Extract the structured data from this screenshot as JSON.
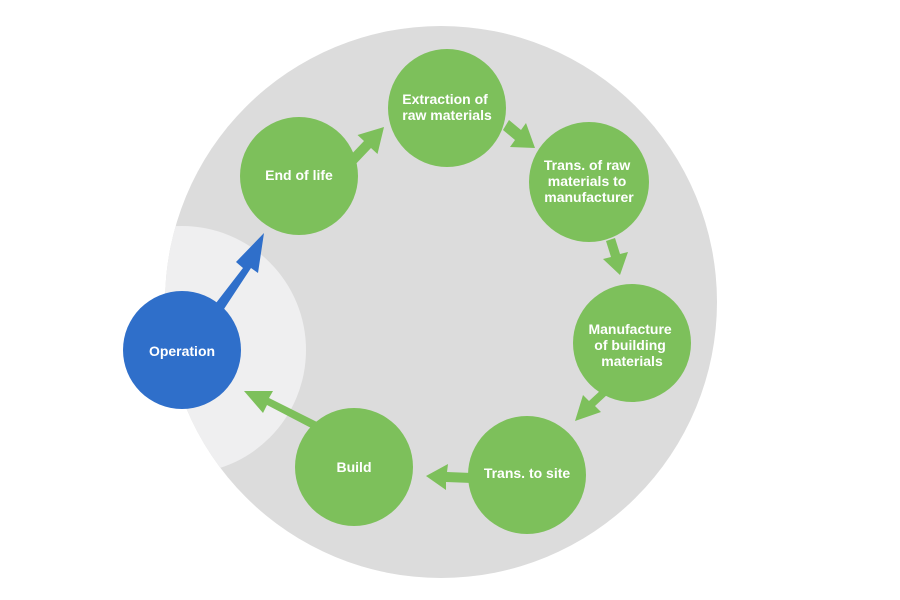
{
  "colors": {
    "background": "#ffffff",
    "outer_ring": "#dcdcdc",
    "operation_zone": "#efeff0",
    "stage_fill": "#7dc05b",
    "operation_fill": "#2f6fca",
    "text": "#ffffff"
  },
  "stages": [
    {
      "id": "extraction",
      "lines": [
        "Extraction of",
        "raw materials"
      ]
    },
    {
      "id": "trans-raw",
      "lines": [
        "Trans. of raw",
        "materials to",
        "manufacturer"
      ]
    },
    {
      "id": "manufacture",
      "lines": [
        "Manufacture",
        "of building",
        "materials"
      ]
    },
    {
      "id": "trans-site",
      "lines": [
        "Trans. to site"
      ]
    },
    {
      "id": "build",
      "lines": [
        "Build"
      ]
    },
    {
      "id": "operation",
      "lines": [
        "Operation"
      ]
    },
    {
      "id": "end-of-life",
      "lines": [
        "End of life"
      ]
    }
  ]
}
